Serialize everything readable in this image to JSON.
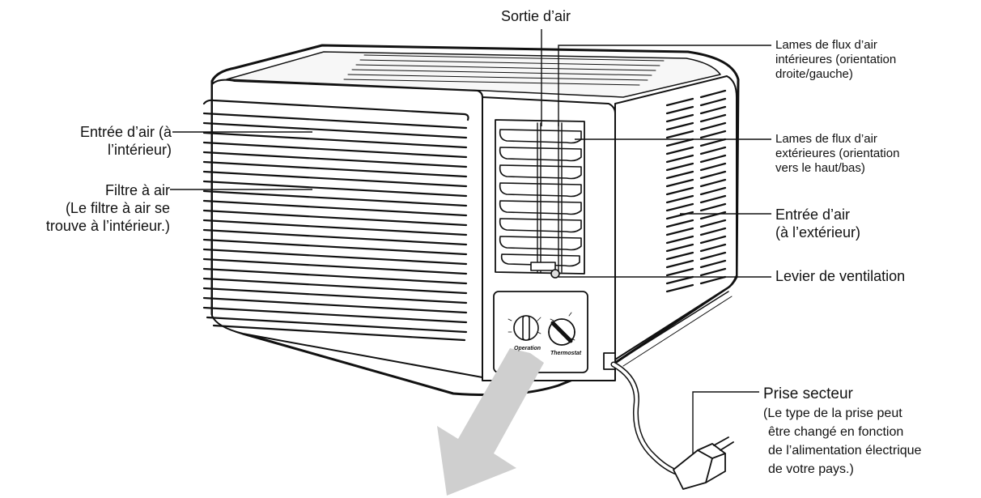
{
  "labels": {
    "air_outlet": "Sortie d’air",
    "inner_louvers": [
      "Lames de flux d’air",
      "intérieures (orientation",
      "droite/gauche)"
    ],
    "outer_louvers": [
      "Lames de flux d’air",
      "extérieures (orientation",
      "vers le haut/bas)"
    ],
    "air_inlet_outside": [
      "Entrée d’air",
      "(à l’extérieur)"
    ],
    "vent_lever": "Levier de ventilation",
    "air_inlet_inside": [
      "Entrée d’air (à",
      "l’intérieur)"
    ],
    "air_filter": [
      "Filtre à air",
      "(Le filtre à air se",
      "trouve à l’intérieur.)"
    ],
    "power_plug": [
      "Prise secteur",
      "(Le type de la prise peut",
      "être changé en fonction",
      "de l’alimentation électrique",
      "de votre pays.)"
    ]
  },
  "panel": {
    "operation": "Operation",
    "thermostat": "Thermostat"
  }
}
